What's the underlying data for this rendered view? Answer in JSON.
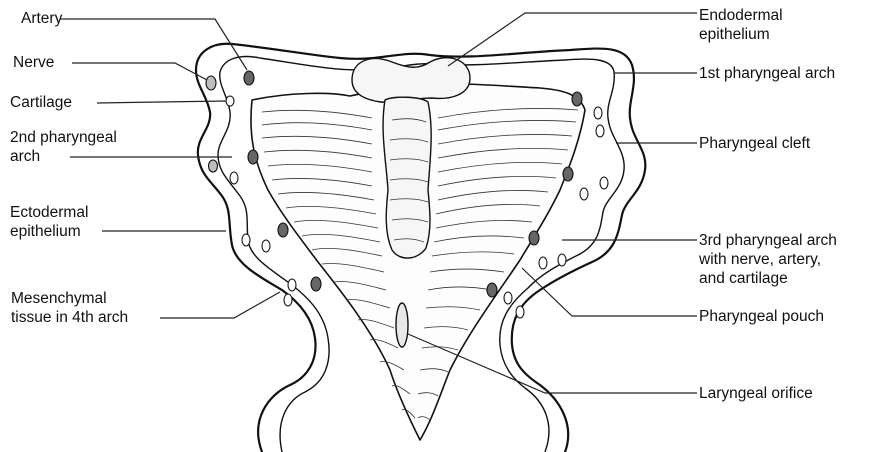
{
  "labels": {
    "artery": "Artery",
    "nerve": "Nerve",
    "cartilage": "Cartilage",
    "second_arch": "2nd pharyngeal\narch",
    "ectodermal": "Ectodermal\nepithelium",
    "mesenchymal": "Mesenchymal\ntissue in 4th arch",
    "endodermal": "Endodermal\nepithelium",
    "first_arch": "1st pharyngeal arch",
    "cleft": "Pharyngeal cleft",
    "third_arch": "3rd pharyngeal arch\nwith nerve, artery,\nand cartilage",
    "pouch": "Pharyngeal pouch",
    "laryngeal": "Laryngeal orifice"
  }
}
